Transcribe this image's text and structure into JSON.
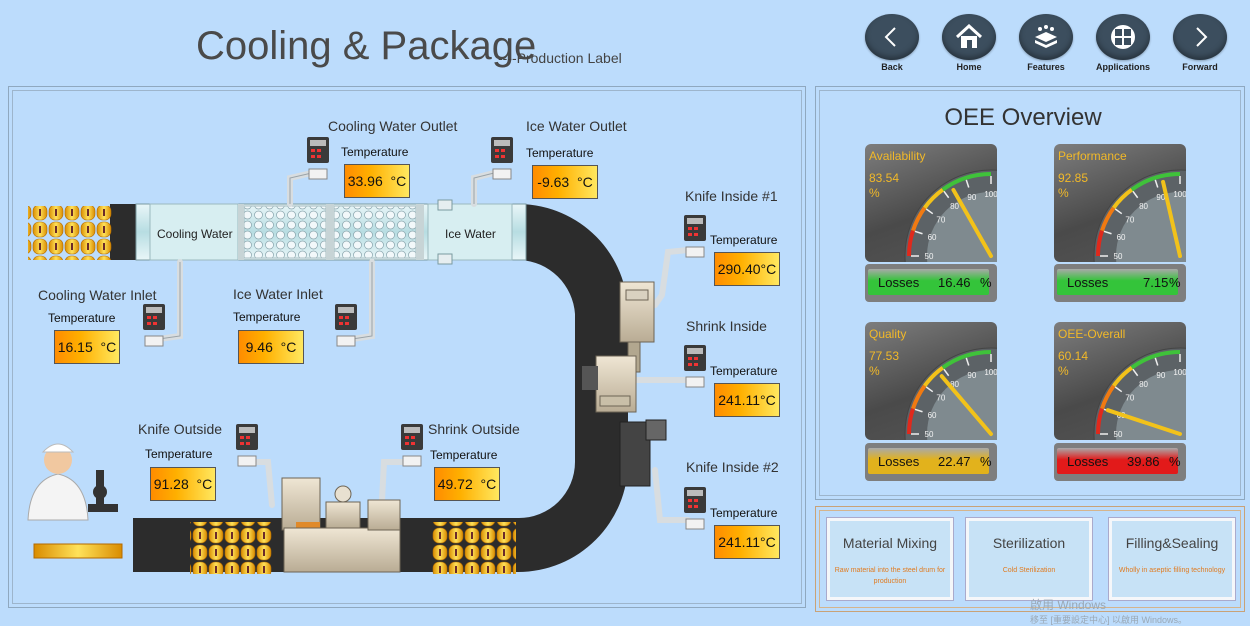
{
  "header": {
    "title": "Cooling & Package",
    "subtitle": "----Production Label"
  },
  "nav": [
    {
      "label": "Back",
      "icon": "chevron-left-icon"
    },
    {
      "label": "Home",
      "icon": "home-icon"
    },
    {
      "label": "Features",
      "icon": "features-icon"
    },
    {
      "label": "Applications",
      "icon": "applications-icon"
    },
    {
      "label": "Forward",
      "icon": "chevron-right-icon"
    }
  ],
  "process": {
    "zones": {
      "cooling_water": "Cooling Water",
      "ice_water": "Ice Water"
    },
    "temperature_label": "Temperature",
    "unit": "°C",
    "sensors": [
      {
        "name": "Cooling Water Outlet",
        "value": "33.96"
      },
      {
        "name": "Ice Water Outlet",
        "value": "-9.63"
      },
      {
        "name": "Knife Inside #1",
        "value": "290.40"
      },
      {
        "name": "Cooling Water Inlet",
        "value": "16.15"
      },
      {
        "name": "Ice Water Inlet",
        "value": "9.46"
      },
      {
        "name": "Shrink Inside",
        "value": "241.11"
      },
      {
        "name": "Knife Outside",
        "value": "91.28"
      },
      {
        "name": "Shrink Outside",
        "value": "49.72"
      },
      {
        "name": "Knife Inside #2",
        "value": "241.11"
      }
    ]
  },
  "oee": {
    "title": "OEE Overview",
    "losses_label": "Losses",
    "pct": "%",
    "gauge_ticks": [
      "50",
      "60",
      "70",
      "80",
      "90",
      "100"
    ],
    "items": [
      {
        "name": "Availability",
        "value": "83.54",
        "value_num": 83.54,
        "losses": "16.46",
        "color": "#34c43a"
      },
      {
        "name": "Performance",
        "value": "92.85",
        "value_num": 92.85,
        "losses": "7.15",
        "color": "#34c43a"
      },
      {
        "name": "Quality",
        "value": "77.53",
        "value_num": 77.53,
        "losses": "22.47",
        "color": "#e2b21c"
      },
      {
        "name": "OEE-Overall",
        "value": "60.14",
        "value_num": 60.14,
        "losses": "39.86",
        "color": "#e21a1a"
      }
    ]
  },
  "steps": [
    {
      "name": "Material Mixing",
      "desc": "Raw material into the steel drum for production"
    },
    {
      "name": "Sterilization",
      "desc": "Cold Sterilization"
    },
    {
      "name": "Filling&Sealing",
      "desc": "Wholly in aseptic filling technology"
    }
  ],
  "watermark": {
    "line1": "啟用 Windows",
    "line2": "移至 [重要設定中心] 以啟用 Windows。"
  }
}
